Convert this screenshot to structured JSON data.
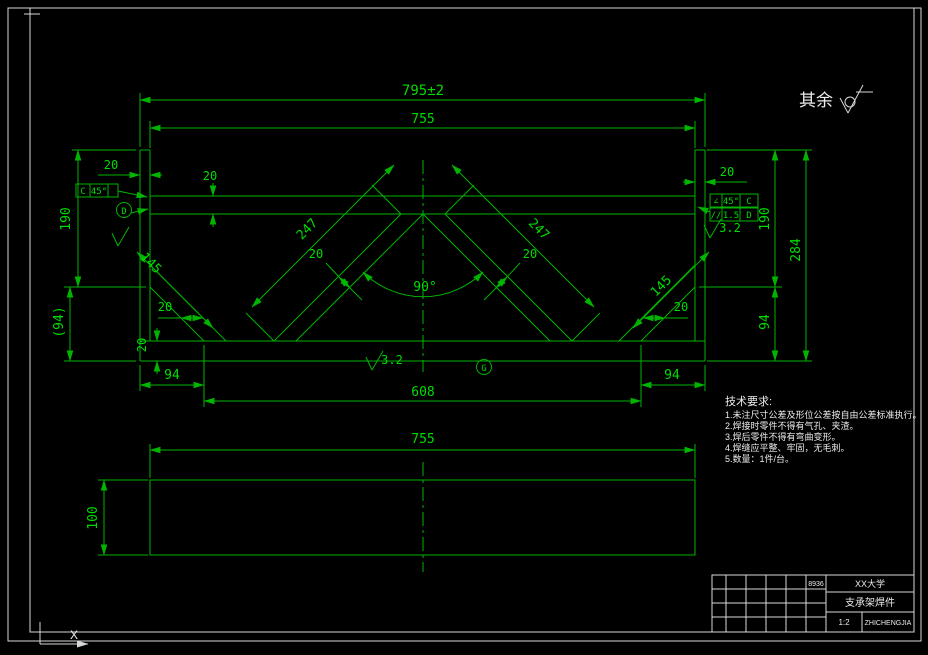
{
  "drawing": {
    "dims": {
      "d795": "795±2",
      "d755": "755",
      "d20": "20",
      "d190": "190",
      "d284": "284",
      "d94": "94",
      "d94p": "(94)",
      "d247": "247",
      "d145": "145",
      "d608": "608",
      "d100": "100",
      "d90": "90°"
    },
    "notes": {
      "other": "其余",
      "ra": "3.2",
      "datumD": "D",
      "datumG": "G",
      "chamfer": [
        "C",
        "45°"
      ],
      "frame1": [
        "∠",
        "45°",
        "C"
      ],
      "frame2": [
        "//",
        "1.5",
        "D"
      ]
    },
    "tech": {
      "title": "技术要求:",
      "lines": [
        "1.未注尺寸公差及形位公差按自由公差标准执行。",
        "2.焊接时零件不得有气孔、夹渣。",
        "3.焊后零件不得有弯曲变形。",
        "4.焊缝应平整、牢固，无毛刺。",
        "5.数量：1件/台。"
      ]
    },
    "titleblock": {
      "school": "XX大学",
      "part": "支承架焊件",
      "scale": "1:2",
      "code": "ZHICHENGJIA",
      "no": "8936"
    },
    "axis": {
      "x": "X"
    }
  }
}
